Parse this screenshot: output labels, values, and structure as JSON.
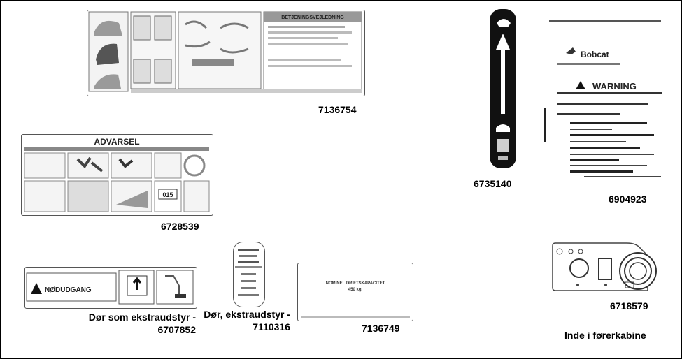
{
  "decals": {
    "d7136754": {
      "part_no": "7136754",
      "heading": "BETJENINGSVEJLEDNING"
    },
    "d6728539": {
      "part_no": "6728539",
      "heading": "ADVARSEL",
      "badge": "015"
    },
    "d6735140": {
      "part_no": "6735140"
    },
    "d6904923": {
      "part_no": "6904923",
      "brand": "Bobcat",
      "heading": "WARNING"
    },
    "d6707852": {
      "part_no": "Dør som ekstraudstyr - 6707852",
      "heading": "NØDUDGANG"
    },
    "d7110316": {
      "part_no": "Dør, ekstraudstyr - 7110316"
    },
    "d7136749": {
      "part_no": "7136749",
      "line1": "NOMINEL DRIFTSKAPACITET",
      "line2": "450 kg."
    },
    "d6718579": {
      "part_no": "6718579",
      "note": "Inde i førerkabine"
    }
  },
  "colors": {
    "frame": "#000000",
    "decal_gray": "#9a9a9a",
    "band": "#111111"
  }
}
